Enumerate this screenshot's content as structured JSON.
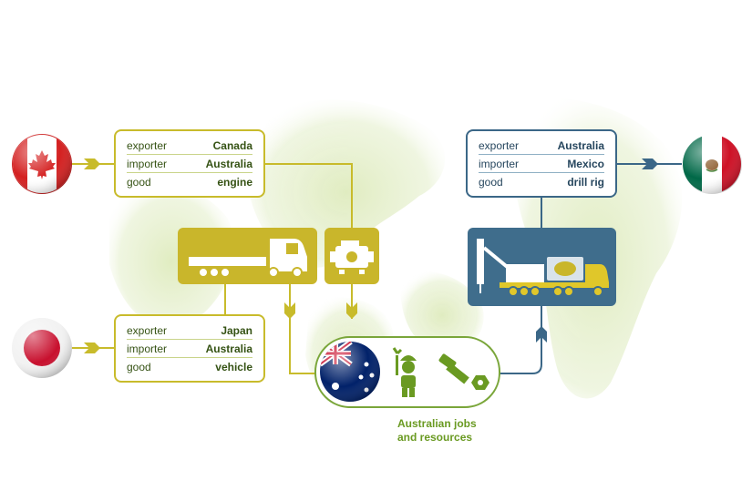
{
  "flows": [
    {
      "exporter_label": "exporter",
      "exporter": "Canada",
      "importer_label": "importer",
      "importer": "Australia",
      "good_label": "good",
      "good": "engine"
    },
    {
      "exporter_label": "exporter",
      "exporter": "Japan",
      "importer_label": "importer",
      "importer": "Australia",
      "good_label": "good",
      "good": "vehicle"
    },
    {
      "exporter_label": "exporter",
      "exporter": "Australia",
      "importer_label": "importer",
      "importer": "Mexico",
      "good_label": "good",
      "good": "drill rig"
    }
  ],
  "hub": {
    "caption_line1": "Australian jobs",
    "caption_line2": "and resources"
  },
  "colors": {
    "olive": "#c8bb2b",
    "olive_box": "#c9b62b",
    "green": "#7aa63a",
    "blue": "#3b6787",
    "blue_box": "#3f6d8c",
    "map": "#e4efc9"
  },
  "icons": [
    "canada-flag-icon",
    "japan-flag-icon",
    "mexico-flag-icon",
    "australia-flag-icon",
    "truck-icon",
    "engine-icon",
    "drill-rig-truck-icon",
    "worker-icon",
    "bolt-nut-icon"
  ]
}
